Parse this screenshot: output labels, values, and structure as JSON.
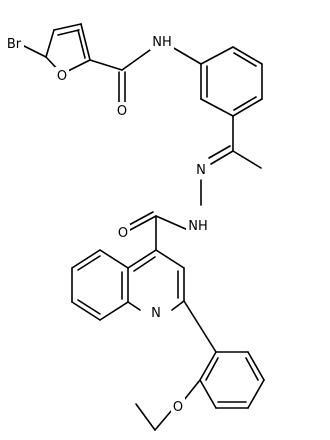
{
  "molecule": {
    "atoms": [
      {
        "id": "Br",
        "label": "Br"
      },
      {
        "id": "O_furan",
        "label": "O"
      },
      {
        "id": "NH_amide",
        "label": "NH"
      },
      {
        "id": "O_amide",
        "label": "O"
      },
      {
        "id": "N_imine",
        "label": "N"
      },
      {
        "id": "NH_hydrazide",
        "label": "NH"
      },
      {
        "id": "O_hydrazide",
        "label": "O"
      },
      {
        "id": "N_quinoline",
        "label": "N"
      },
      {
        "id": "O_ether",
        "label": "O"
      }
    ]
  }
}
